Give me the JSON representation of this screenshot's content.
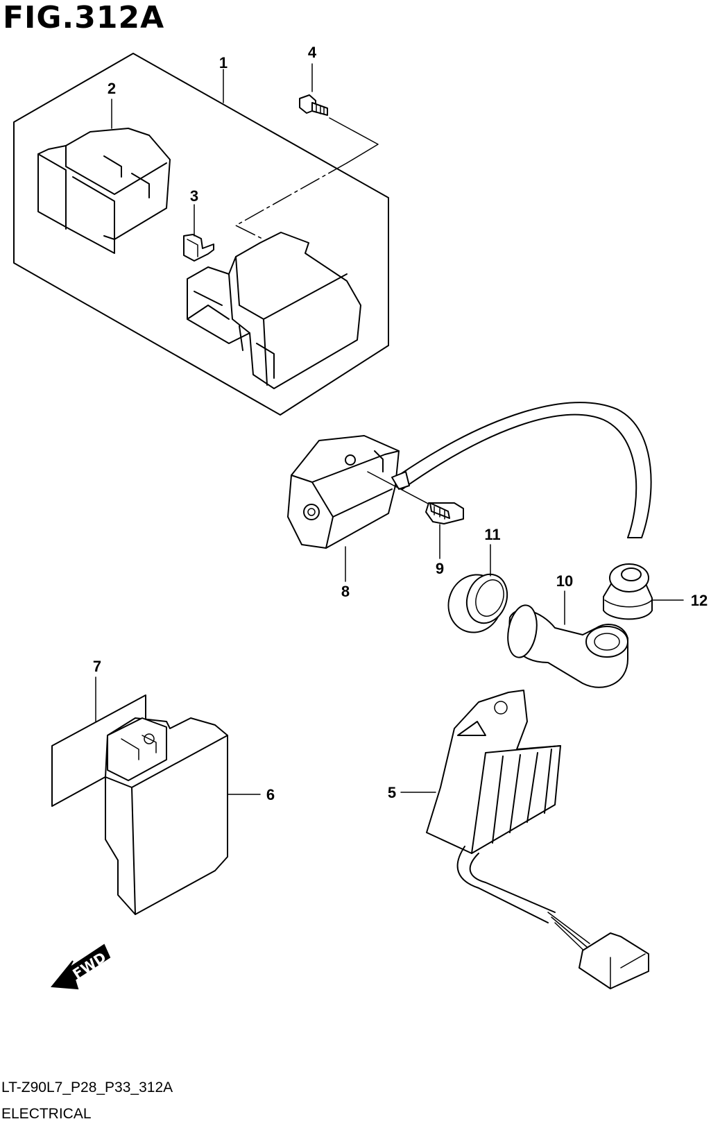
{
  "figure": {
    "title": "FIG.312A",
    "code": "LT-Z90L7_P28_P33_312A",
    "section": "ELECTRICAL"
  },
  "callouts": {
    "c1": "1",
    "c2": "2",
    "c3": "3",
    "c4": "4",
    "c5": "5",
    "c6": "6",
    "c7": "7",
    "c8": "8",
    "c9": "9",
    "c10": "10",
    "c11": "11",
    "c12": "12"
  },
  "direction": {
    "label": "FWD",
    "icon": "fwd-arrow-icon"
  },
  "colors": {
    "ink": "#000000",
    "paper": "#ffffff"
  }
}
